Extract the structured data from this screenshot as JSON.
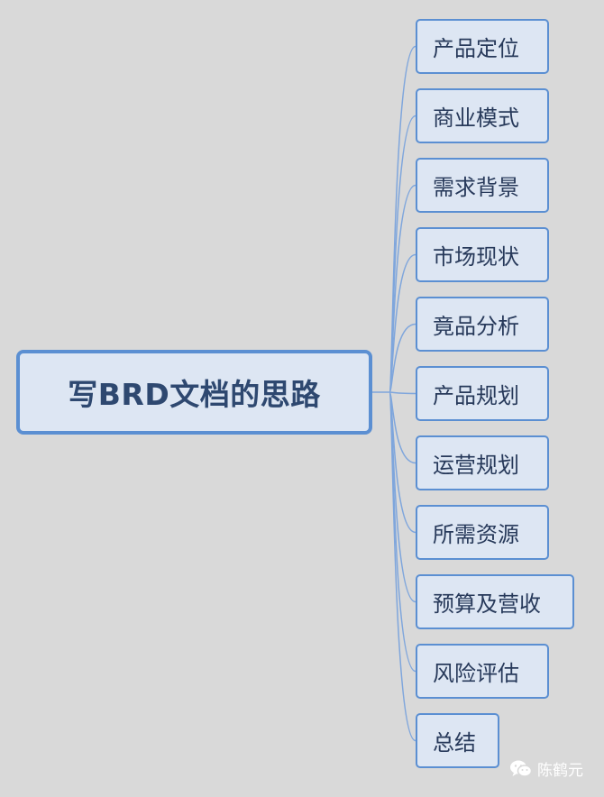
{
  "root": {
    "label": "写BRD文档的思路"
  },
  "branches": [
    {
      "label": "产品定位"
    },
    {
      "label": "商业模式"
    },
    {
      "label": "需求背景"
    },
    {
      "label": "市场现状"
    },
    {
      "label": "竟品分析"
    },
    {
      "label": "产品规划"
    },
    {
      "label": "运营规划"
    },
    {
      "label": "所需资源"
    },
    {
      "label": "预算及营收"
    },
    {
      "label": "风险评估"
    },
    {
      "label": "总结"
    }
  ],
  "watermark": {
    "icon": "wechat-icon",
    "text": "陈鹤元"
  },
  "colors": {
    "background": "#d9d9d9",
    "node_fill": "#dde6f3",
    "node_border": "#5b8fd2",
    "connector": "#7fa6dc",
    "text": "#27395a"
  }
}
